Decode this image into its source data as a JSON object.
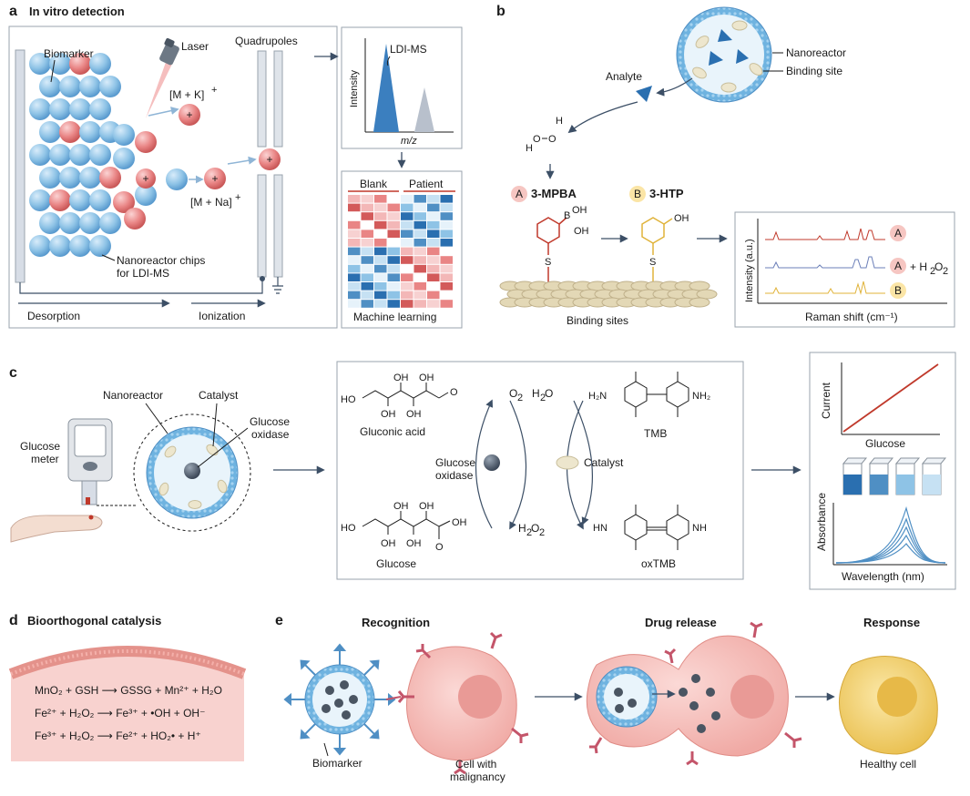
{
  "panels": {
    "a": {
      "letter": "a",
      "title": "In vitro detection",
      "biomarker": "Biomarker",
      "laser": "Laser",
      "mk_ion": "[M + K]",
      "mk_charge": "+",
      "mna_ion": "[M + Na]",
      "mna_charge": "+",
      "quadrupoles": "Quadrupoles",
      "chips_line1": "Nanoreactor chips",
      "chips_line2": "for LDI-MS",
      "desorption": "Desorption",
      "ionization": "Ionization",
      "spectrum_peak_label": "LDI-MS",
      "spectrum_ylabel": "Intensity",
      "spectrum_xlabel": "m/z",
      "heatmap_blank": "Blank",
      "heatmap_patient": "Patient",
      "machine_learning": "Machine learning",
      "plus_sign": "+"
    },
    "b": {
      "letter": "b",
      "nanoreactor": "Nanoreactor",
      "binding_site": "Binding site",
      "analyte": "Analyte",
      "badge_a": "A",
      "badge_b": "B",
      "mpba": "3-MPBA",
      "htp": "3-HTP",
      "binding_sites": "Binding sites",
      "raman_ylabel": "Intensity (a.u.)",
      "raman_xlabel": "Raman shift (cm⁻¹)",
      "plus_h2o2": "+ H",
      "sub2": "2",
      "o_letter": "O",
      "h_letter": "H",
      "b_atom": "B",
      "oh": "OH",
      "s_atom": "S"
    },
    "c": {
      "letter": "c",
      "glucose_meter_1": "Glucose",
      "glucose_meter_2": "meter",
      "nanoreactor": "Nanoreactor",
      "catalyst": "Catalyst",
      "glucose_oxidase_1": "Glucose",
      "glucose_oxidase_2": "oxidase",
      "gluconic_acid": "Gluconic acid",
      "glucose": "Glucose",
      "o2": "O",
      "h2o": "H",
      "h2o2": "H",
      "tmb": "TMB",
      "oxtmb": "oxTMB",
      "catalyst_center": "Catalyst",
      "current": "Current",
      "glucose_axis": "Glucose",
      "absorbance": "Absorbance",
      "wavelength": "Wavelength (nm)",
      "h2n": "H₂N",
      "nh2": "NH₂",
      "hn": "HN",
      "nh": "NH",
      "ho": "HO",
      "oh": "OH",
      "o": "O"
    },
    "d": {
      "letter": "d",
      "title": "Bioorthogonal catalysis",
      "reaction_1": "MnO₂ + GSH  ⟶  GSSG + Mn²⁺ + H₂O",
      "reaction_2": "Fe²⁺ + H₂O₂  ⟶  Fe³⁺ + •OH + OH⁻",
      "reaction_3": "Fe³⁺ + H₂O₂  ⟶  Fe²⁺ + HO₂• + H⁺"
    },
    "e": {
      "letter": "e",
      "recognition": "Recognition",
      "drug_release": "Drug release",
      "response": "Response",
      "biomarker": "Biomarker",
      "cell_malignancy_1": "Cell with",
      "cell_malignancy_2": "malignancy",
      "healthy_cell": "Healthy cell"
    }
  },
  "colors": {
    "sphere_blue": "#8ec3e6",
    "sphere_red": "#e98585",
    "arrow": "#3c4f66",
    "raman_a": "#c0392b",
    "raman_a_h2o2": "#6b7fb8",
    "raman_b": "#e0b33a",
    "mpba_red": "#c0392b",
    "htp_yellow": "#e0b33a",
    "current_line": "#c0392b",
    "cell_pink": "#f4b7b3",
    "healthy_yellow": "#f2d36b"
  }
}
